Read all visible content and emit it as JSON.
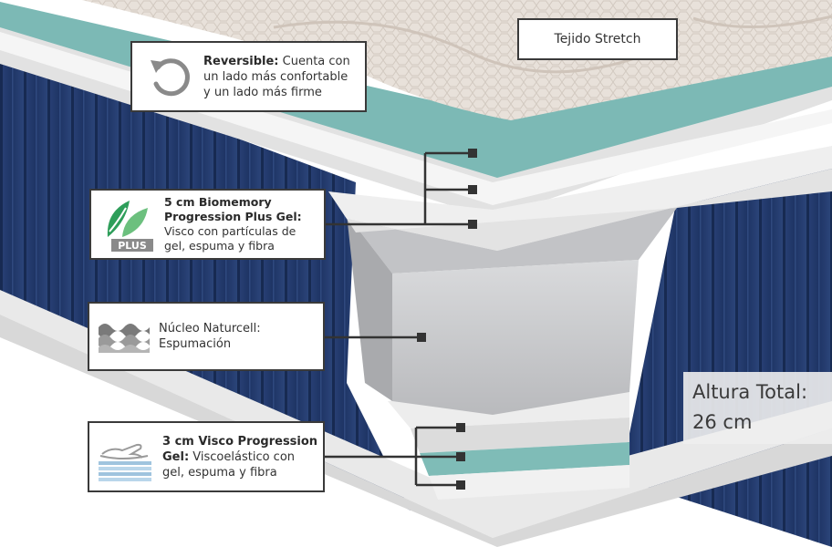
{
  "callouts": {
    "reversible": {
      "title": "Reversible:",
      "line1": " Cuenta con",
      "line2": "un lado más confortable",
      "line3": "y un lado más firme",
      "icon": "rotate-arrow-icon"
    },
    "biomemory": {
      "title1": "5 cm Biomemory",
      "title2": "Progression Plus Gel:",
      "line1": "Visco con partículas de",
      "line2": "gel, espuma y fibra",
      "badge": "PLUS",
      "icon": "leaf-plus-icon"
    },
    "nucleo": {
      "title": "Núcleo Naturcell:",
      "line1": "Espumación",
      "icon": "wave-foam-icon"
    },
    "visco": {
      "title1": "3 cm Visco Progression",
      "title2": "Gel:",
      "line2rest": " Viscoelástico con",
      "line3": "gel, espuma y fibra",
      "icon": "hand-layers-icon"
    }
  },
  "tejido": {
    "label": "Tejido Stretch"
  },
  "altura": {
    "line1": "Altura Total:",
    "line2": "26 cm"
  },
  "colors": {
    "navy_fabric": "#1f3566",
    "quilted_top": "#e6dfd8",
    "gel_teal": "#7bb8b4",
    "foam_white": "#ececec",
    "core_grey": "#c9cacc",
    "leader_line": "#333333",
    "leaf_green": "#2e9e5a"
  }
}
